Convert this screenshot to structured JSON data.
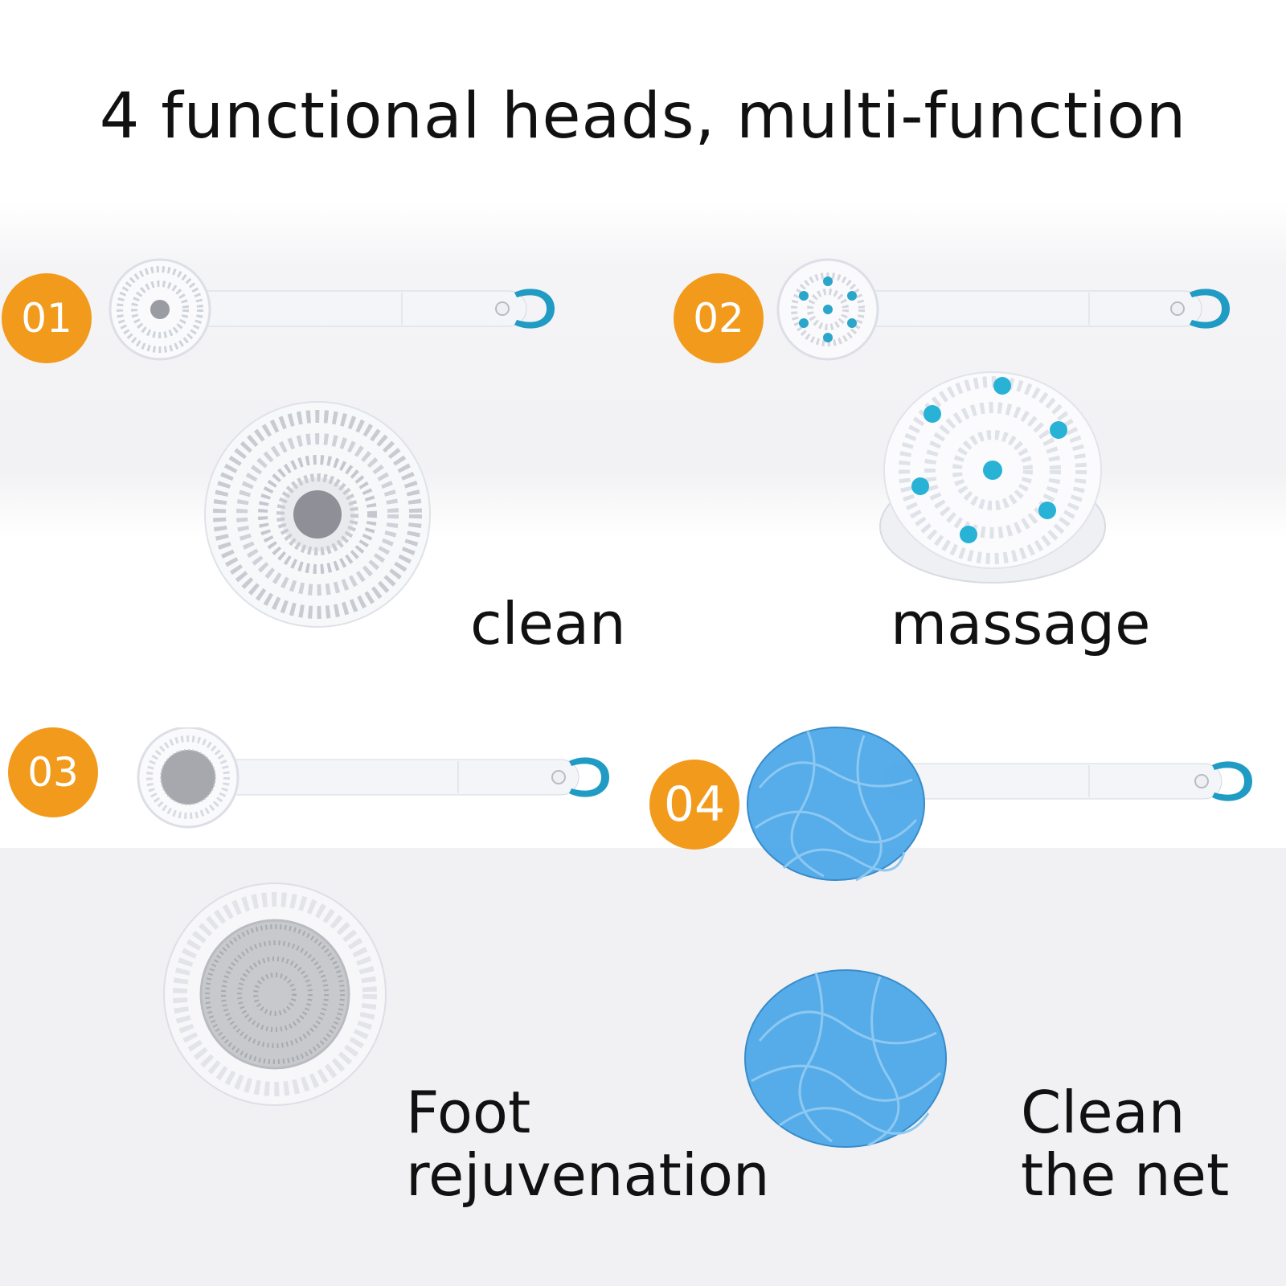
{
  "title": "4 functional heads, multi-function",
  "functions": [
    {
      "number": "01",
      "label": "clean",
      "icon": "round-brush-head-icon"
    },
    {
      "number": "02",
      "label": "massage",
      "icon": "massage-brush-head-icon"
    },
    {
      "number": "03",
      "label_lines": [
        "Foot",
        "rejuvenation"
      ],
      "icon": "pumice-head-icon"
    },
    {
      "number": "04",
      "label_lines": [
        "Clean",
        "the net"
      ],
      "icon": "mesh-sponge-icon"
    }
  ],
  "colors": {
    "badge": "#f29a1c",
    "accent_teal": "#1f9bc4",
    "mesh_blue": "#4ea9e8",
    "handle": "#f4f5f8"
  }
}
